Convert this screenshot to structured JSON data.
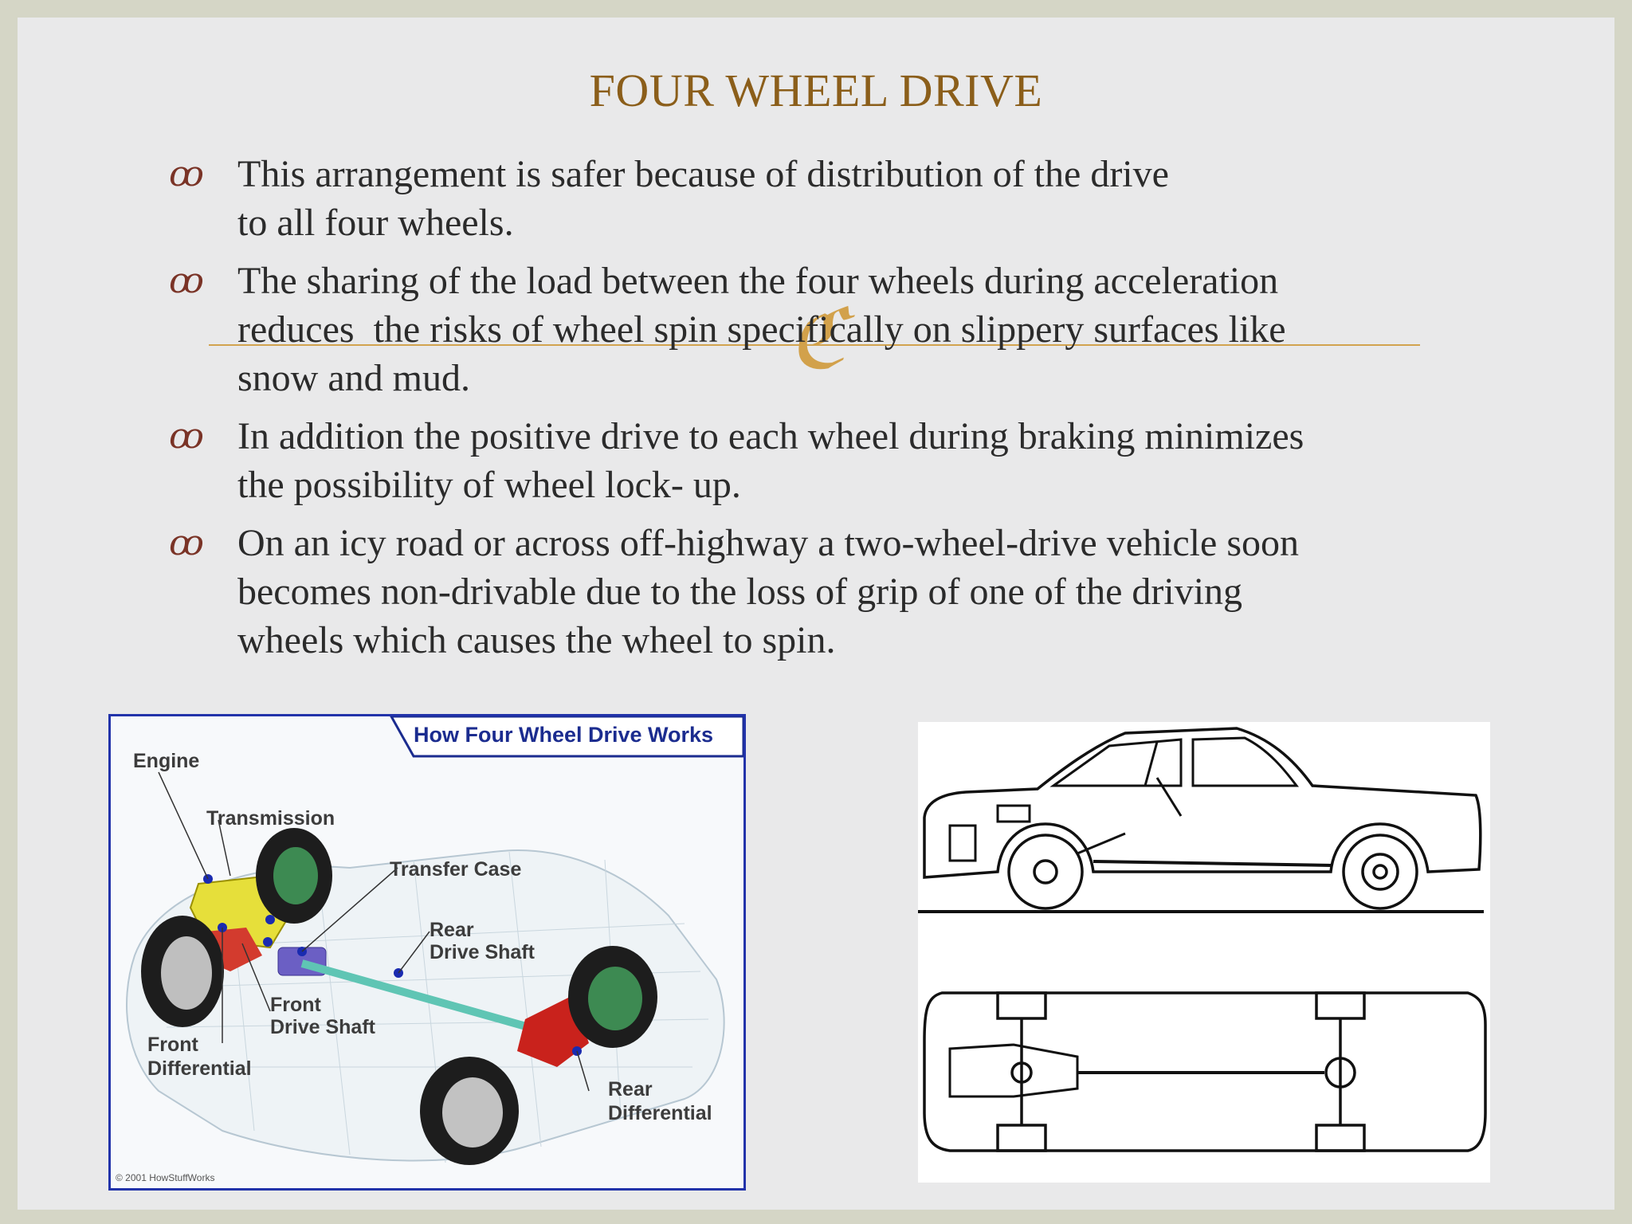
{
  "slide": {
    "title": "FOUR WHEEL DRIVE",
    "bullet_icon": "bullet-swash-icon",
    "bullets": [
      "This arrangement is safer because of distribution of the drive to all four wheels.",
      "The sharing of the load between the four wheels during acceleration reduces  the risks of wheel spin specifically on slippery surfaces like snow and mud.",
      "In addition the positive drive to each wheel during braking minimizes the possibility of wheel lock- up.",
      "On an icy road or across off-highway a two-wheel-drive vehicle soon becomes non-drivable due to the loss of grip of one of the driving wheels which causes the wheel to spin."
    ],
    "bullet_lines": [
      [
        "This arrangement is safer because of distribution of the drive",
        "to all four wheels."
      ],
      [
        "The sharing of the load between the four wheels during acceleration",
        "reduces  the risks of wheel spin specifically on slippery surfaces like",
        "snow and mud."
      ],
      [
        "In addition the positive drive to each wheel during braking minimizes",
        "the possibility of wheel lock- up."
      ],
      [
        "On an icy road or across off-highway a two-wheel-drive vehicle soon",
        "becomes non-drivable due to the loss of grip of one of the driving",
        "wheels which causes the wheel to spin."
      ]
    ]
  },
  "figure_left": {
    "title": "How Four Wheel Drive Works",
    "labels": {
      "engine": "Engine",
      "transmission": "Transmission",
      "transfer_case": "Transfer Case",
      "rear_drive_shaft_1": "Rear",
      "rear_drive_shaft_2": "Drive Shaft",
      "front_drive_shaft_1": "Front",
      "front_drive_shaft_2": "Drive Shaft",
      "front_diff_1": "Front",
      "front_diff_2": "Differential",
      "rear_diff_1": "Rear",
      "rear_diff_2": "Differential"
    },
    "copyright": "© 2001 HowStuffWorks"
  },
  "colors": {
    "title": "#8b5e1a",
    "bullet_icon": "#7a3326",
    "accent": "#d2a34f",
    "frame": "#2233aa"
  }
}
